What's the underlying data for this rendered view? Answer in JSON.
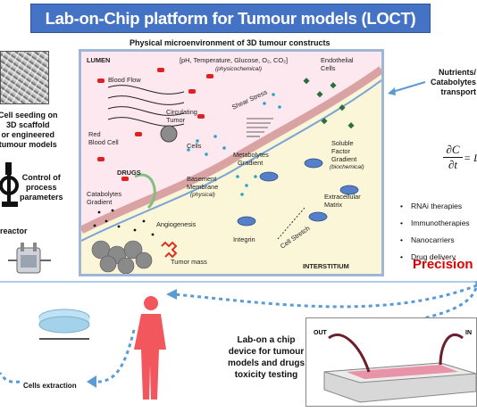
{
  "title": "Lab-on-Chip platform for Tumour models (LOCT)",
  "subtitle": "Physical microenvironment of 3D tumour constructs",
  "left": {
    "seeding": [
      "Cell seeding on",
      "3D scaffold",
      "or engineered",
      "tumour models"
    ],
    "control": [
      "Control of",
      "process",
      "parameters"
    ],
    "reactor": "reactor"
  },
  "diagram": {
    "lumen": "LUMEN",
    "params": "[pH, Temperature, Glucose, O₂, CO₂]",
    "params_sub": "(physicochemical)",
    "blood_flow": "Blood Flow",
    "shear_stress": "Shear Stress",
    "endothelial": [
      "Endothelial",
      "Cells"
    ],
    "circulating": [
      "Circulating",
      "Tumor",
      "Cells"
    ],
    "red_blood": [
      "Red",
      "Blood Cell"
    ],
    "soluble": [
      "Soluble",
      "Factor",
      "Gradient"
    ],
    "soluble_sub": "(biochemical)",
    "metabolytes": [
      "Metabolytes",
      "Gradient"
    ],
    "basement": [
      "Basement",
      "Membrane"
    ],
    "basement_sub": "(physical)",
    "drugs": "DRUGS",
    "catabolytes": [
      "Catabolytes",
      "Gradient"
    ],
    "angiogenesis": "Angiogenesis",
    "integrin": "Integrin",
    "ecm": [
      "Extracellular",
      "Matrix"
    ],
    "cell_stretch": "Cell Stretch",
    "tumor_mass": "Tumor mass",
    "interstitium": "INTERSTITIUM"
  },
  "right": {
    "nutrients": [
      "Nutrients/",
      "Catabolytes",
      "transport"
    ],
    "equation_num": "∂C",
    "equation_den": "∂t",
    "equation_rhs": "= D",
    "bullets": [
      "RNAi therapies",
      "Immunotherapies",
      "Nanocarriers",
      "Drug delivery"
    ],
    "precision": "Precision"
  },
  "bottom": {
    "device": [
      "Lab-on a chip",
      "device for tumour",
      "models and drugs",
      "toxicity testing"
    ],
    "out": "OUT",
    "in": "IN",
    "cells_extraction": "Cells extraction"
  },
  "colors": {
    "title_bar": "#4472c4",
    "arrow_blue": "#5b9bd5",
    "precision": "#e00000",
    "person": "#f2575e",
    "frame_bg": "#fbf6d8",
    "chip_channel": "#e8849b"
  }
}
